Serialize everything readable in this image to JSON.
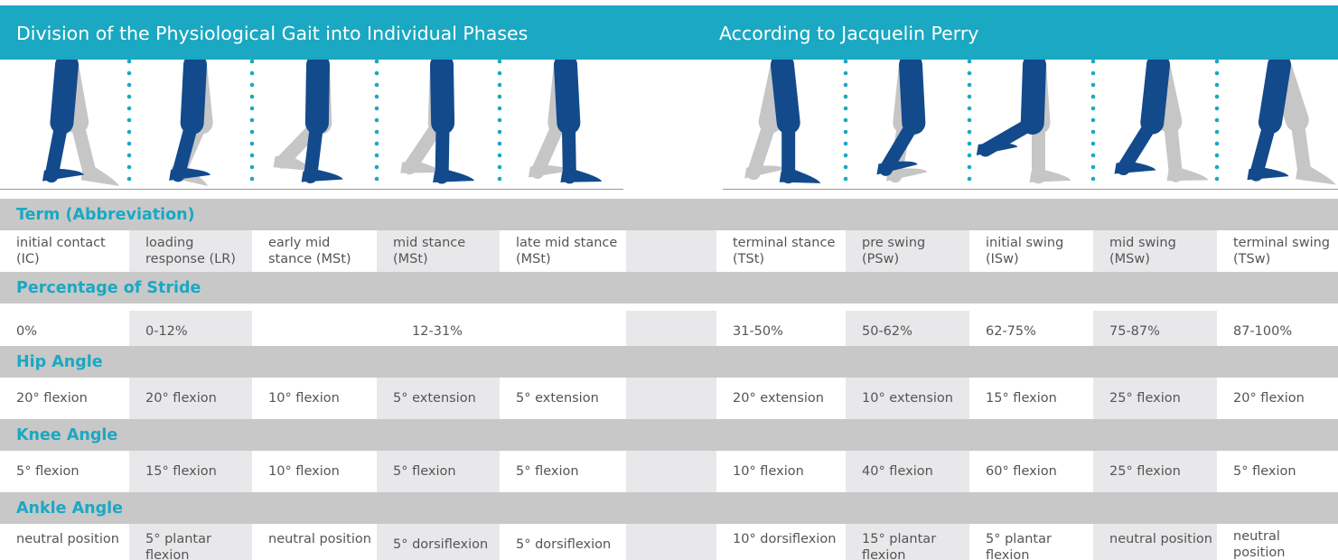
{
  "header": {
    "title_left": "Division of the Physiological Gait into Individual Phases",
    "title_right": "According to Jacquelin Perry"
  },
  "colors": {
    "accent": "#1aa8c2",
    "leg_front": "#124a8c",
    "leg_back": "#c6c6c6",
    "section_bg": "#c8c8c8",
    "cell_shade": "#e8e8ea",
    "text": "#555555"
  },
  "sections": {
    "term": "Term (Abbreviation)",
    "percentage": "Percentage of Stride",
    "hip": "Hip Angle",
    "knee": "Knee Angle",
    "ankle": "Ankle Angle"
  },
  "rows": {
    "term": [
      "initial contact (IC)",
      "loading response (LR)",
      "early mid stance (MSt)",
      "mid stance (MSt)",
      "late mid stance (MSt)",
      "terminal stance (TSt)",
      "pre swing (PSw)",
      "initial swing (ISw)",
      "mid swing (MSw)",
      "terminal swing (TSw)"
    ],
    "percentage": [
      "0%",
      "0-12%",
      "12-31%",
      "31-50%",
      "50-62%",
      "62-75%",
      "75-87%",
      "87-100%"
    ],
    "hip": [
      "20° flexion",
      "20° flexion",
      "10° flexion",
      "5° extension",
      "5° extension",
      "20° extension",
      "10° extension",
      "15° flexion",
      "25° flexion",
      "20° flexion"
    ],
    "knee": [
      "5° flexion",
      "15° flexion",
      "10° flexion",
      "5° flexion",
      "5° flexion",
      "10° flexion",
      "40° flexion",
      "60° flexion",
      "25° flexion",
      "5° flexion"
    ],
    "ankle": [
      "neutral position",
      "5° plantar flexion",
      "neutral position",
      "5° dorsiflexion",
      "5° dorsiflexion",
      "10° dorsiflexion",
      "15° plantar flexion",
      "5° plantar flexion",
      "neutral position",
      "neutral position"
    ]
  },
  "phases": [
    {
      "front_knee": 6,
      "front_ankle": -6,
      "back_knee": -4,
      "back_ankle": 28,
      "lean": 10
    },
    {
      "front_knee": 12,
      "front_ankle": -4,
      "back_knee": 30,
      "back_ankle": 30,
      "lean": 6
    },
    {
      "front_knee": 6,
      "front_ankle": 2,
      "back_knee": 46,
      "back_ankle": 16,
      "lean": 2
    },
    {
      "front_knee": 2,
      "front_ankle": 4,
      "back_knee": 32,
      "back_ankle": 6,
      "lean": -2
    },
    {
      "front_knee": 2,
      "front_ankle": 6,
      "back_knee": 18,
      "back_ankle": -6,
      "lean": -6
    },
    {
      "front_knee": 6,
      "front_ankle": 10,
      "back_knee": 6,
      "back_ankle": -12,
      "lean": -12
    },
    {
      "front_knee": 34,
      "front_ankle": -14,
      "back_knee": 4,
      "back_ankle": -12,
      "lean": -6
    },
    {
      "front_knee": 58,
      "front_ankle": -10,
      "back_knee": 4,
      "back_ankle": 4,
      "lean": 4
    },
    {
      "front_knee": 26,
      "front_ankle": 0,
      "back_knee": 6,
      "back_ankle": 6,
      "lean": 12
    },
    {
      "front_knee": 6,
      "front_ankle": 0,
      "back_knee": 10,
      "back_ankle": 20,
      "lean": 18
    }
  ]
}
